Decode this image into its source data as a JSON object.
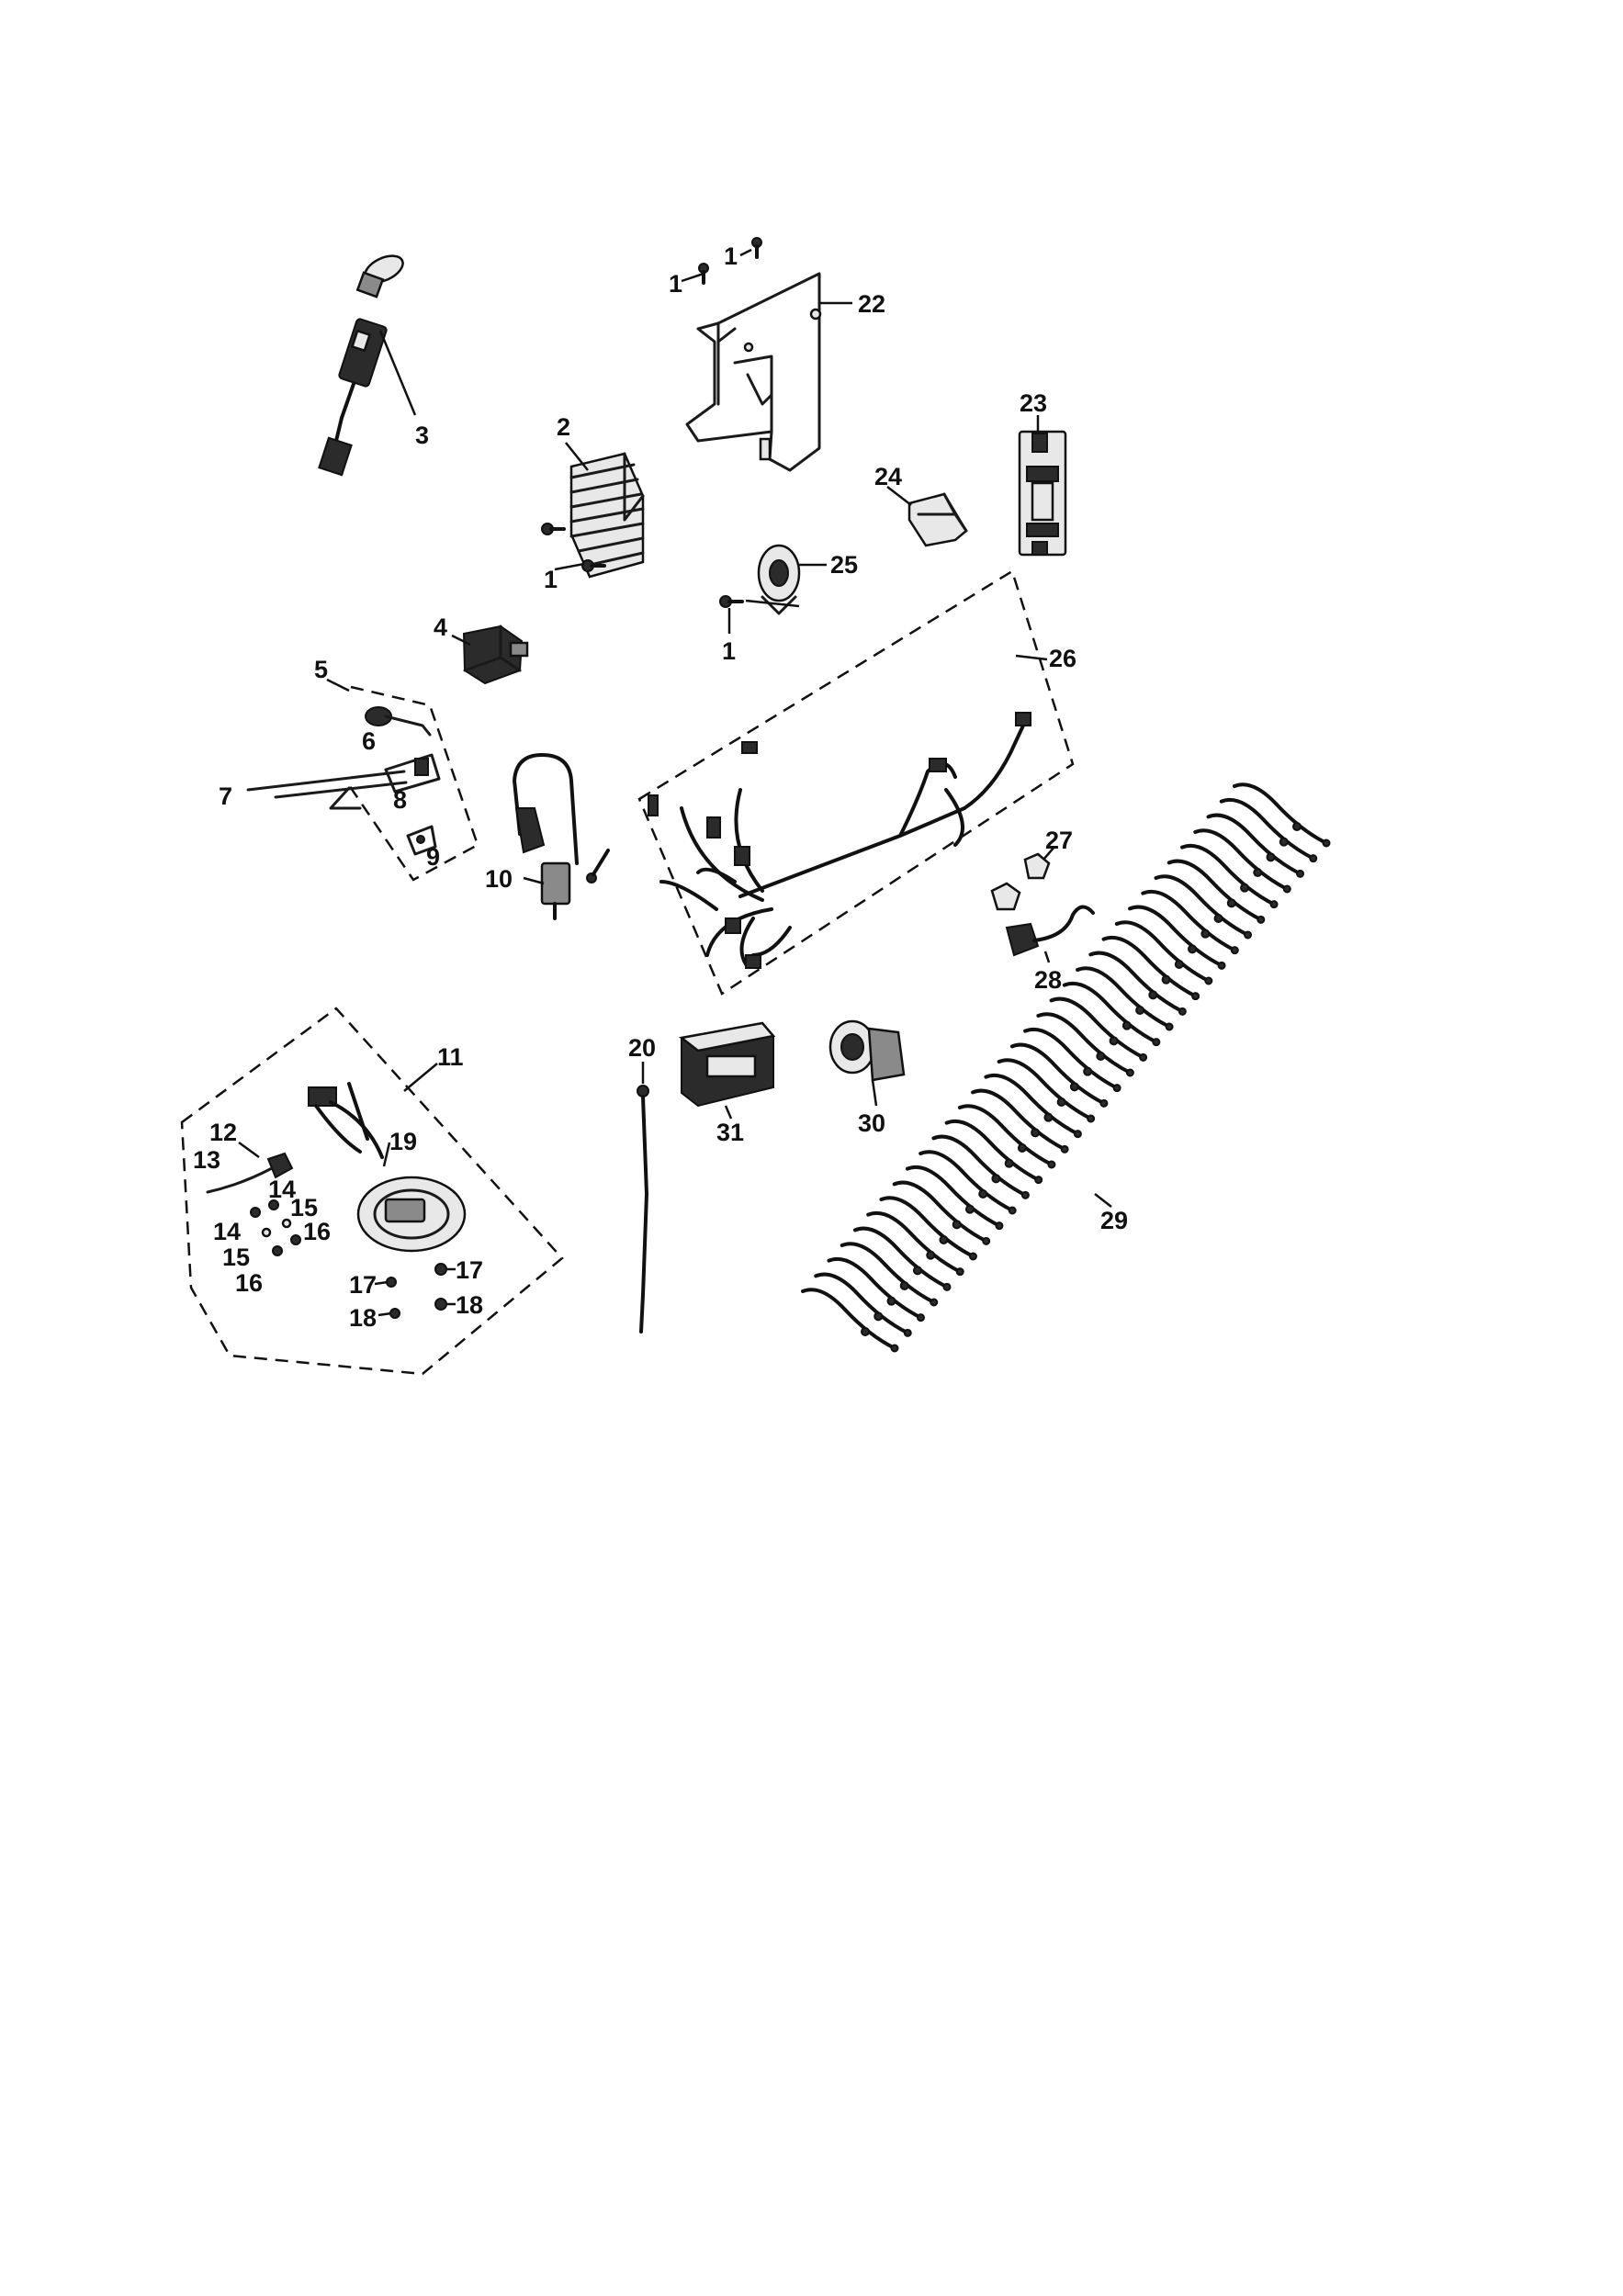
{
  "diagram": {
    "callouts": {
      "c1a": "1",
      "c1b": "1",
      "c1c": "1",
      "c1d": "1",
      "c2": "2",
      "c3": "3",
      "c4": "4",
      "c5": "5",
      "c6": "6",
      "c7": "7",
      "c8": "8",
      "c9": "9",
      "c10": "10",
      "c11": "11",
      "c12": "12",
      "c13": "13",
      "c14a": "14",
      "c14b": "14",
      "c15a": "15",
      "c15b": "15",
      "c16a": "16",
      "c16b": "16",
      "c17a": "17",
      "c17b": "17",
      "c18a": "18",
      "c18b": "18",
      "c19": "19",
      "c20": "20",
      "c22": "22",
      "c23": "23",
      "c24": "24",
      "c25": "25",
      "c26": "26",
      "c27": "27",
      "c28": "28",
      "c29": "29",
      "c30": "30",
      "c31": "31"
    }
  }
}
